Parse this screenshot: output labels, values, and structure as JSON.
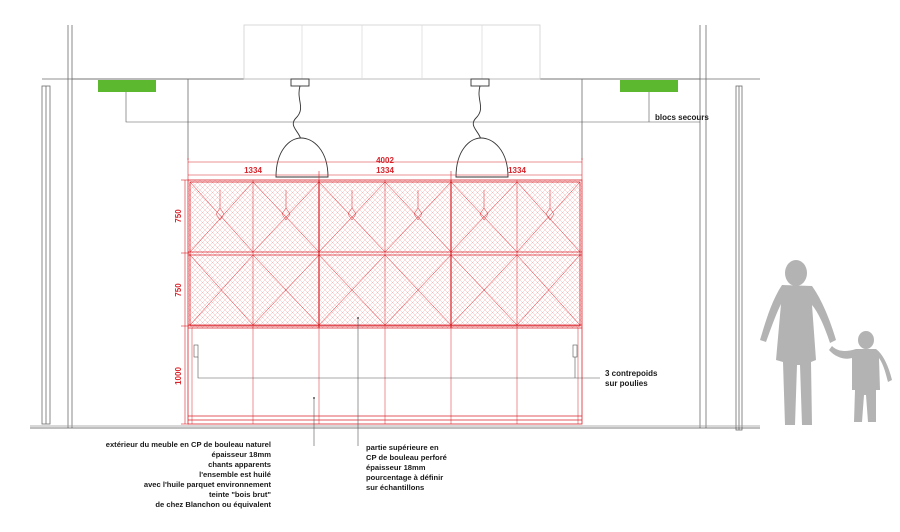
{
  "colors": {
    "accent": "#d8232a",
    "emergency": "#5cb82e",
    "line": "#666666",
    "silhouette": "#b3b3b3"
  },
  "annotations": {
    "blocs_secours": "blocs secours",
    "contrepoids_1": "3 contrepoids",
    "contrepoids_2": "sur poulies",
    "exterior_1": "extérieur du meuble en CP de bouleau naturel",
    "exterior_2": "épaisseur 18mm",
    "exterior_3": "chants apparents",
    "exterior_4": "l'ensemble est huilé",
    "exterior_5": "avec l'huile parquet environnement",
    "exterior_6": "teinte \"bois brut\"",
    "exterior_7": "de chez Blanchon ou équivalent",
    "top_1": "partie supérieure en",
    "top_2": "CP de bouleau perforé",
    "top_3": "épaisseur 18mm",
    "top_4": "pourcentage à définir",
    "top_5": "sur échantillons"
  },
  "dimensions": {
    "total_width": "4002",
    "module_1": "1334",
    "module_2": "1334",
    "module_3": "1334",
    "upper_height": "750",
    "middle_height": "750",
    "lower_height": "1000"
  },
  "icons": [
    "pendant-lamp-icon",
    "emergency-light-icon",
    "adult-silhouette-icon",
    "child-silhouette-icon"
  ]
}
